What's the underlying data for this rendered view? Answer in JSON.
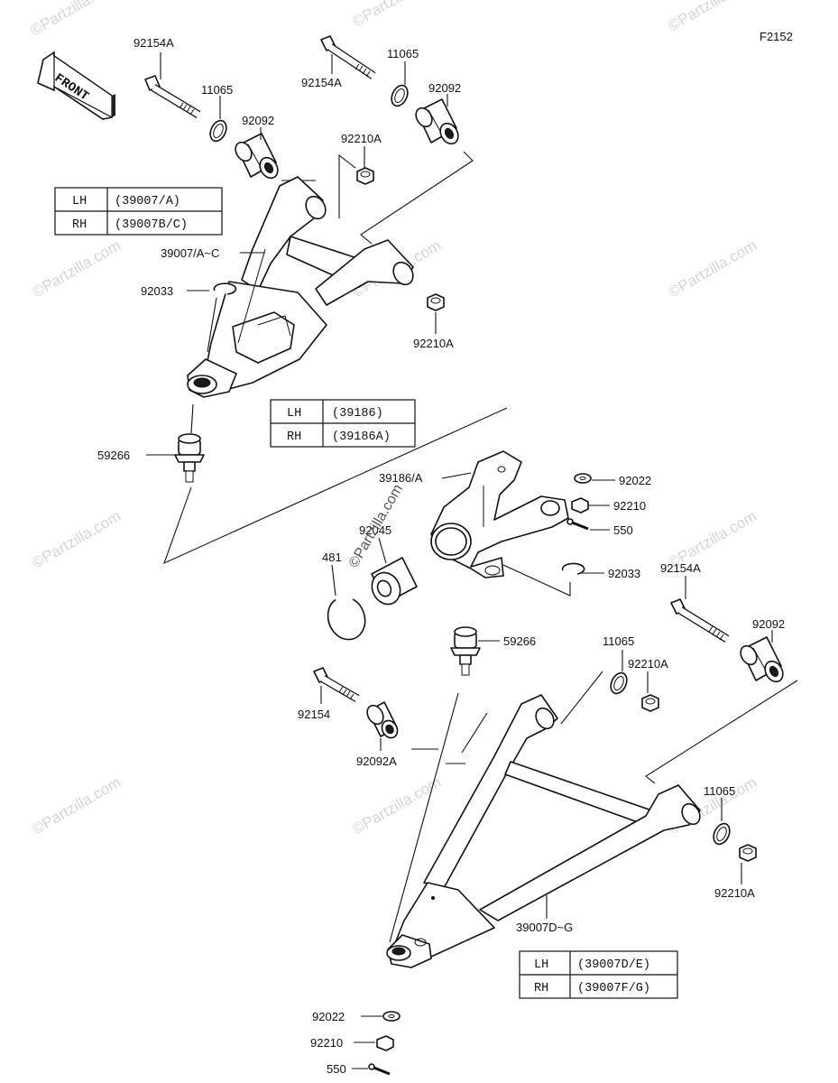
{
  "figure_code": "F2152",
  "front_arrow_label": "FRONT",
  "watermark": "©Partzilla.com",
  "callouts": {
    "bolt_ul_left": "92154A",
    "washer_ul_left": "11065",
    "bushing_ul_left": "92092",
    "bolt_ul_right": "92154A",
    "washer_ul_right": "11065",
    "bushing_ul_right": "92092",
    "nut_upper_top": "92210A",
    "arm_upper": "39007/A~C",
    "circlip_upper": "92033",
    "nut_upper_mid": "92210A",
    "balljoint_upper": "59266",
    "knuckle": "39186/A",
    "washer_knuckle": "92022",
    "nut_knuckle": "92210",
    "pin_knuckle": "550",
    "bearing": "92045",
    "snapring": "481",
    "circlip_knuckle": "92033",
    "balljoint_lower": "59266",
    "bolt_lower_right": "92154A",
    "bushing_lower_right": "92092",
    "washer_lower_top": "11065",
    "nut_lower_top": "92210A",
    "bolt_lower_left": "92154",
    "bushing_lower_left": "92092A",
    "washer_lower_right": "11065",
    "nut_lower_right": "92210A",
    "arm_lower": "39007D~G",
    "washer_bottom": "92022",
    "nut_bottom": "92210",
    "pin_bottom": "550"
  },
  "tables": {
    "upper_arm": [
      {
        "side": "LH",
        "part": "(39007/A)"
      },
      {
        "side": "RH",
        "part": "(39007B/C)"
      }
    ],
    "knuckle": [
      {
        "side": "LH",
        "part": "(39186)"
      },
      {
        "side": "RH",
        "part": "(39186A)"
      }
    ],
    "lower_arm": [
      {
        "side": "LH",
        "part": "(39007D/E)"
      },
      {
        "side": "RH",
        "part": "(39007F/G)"
      }
    ]
  }
}
